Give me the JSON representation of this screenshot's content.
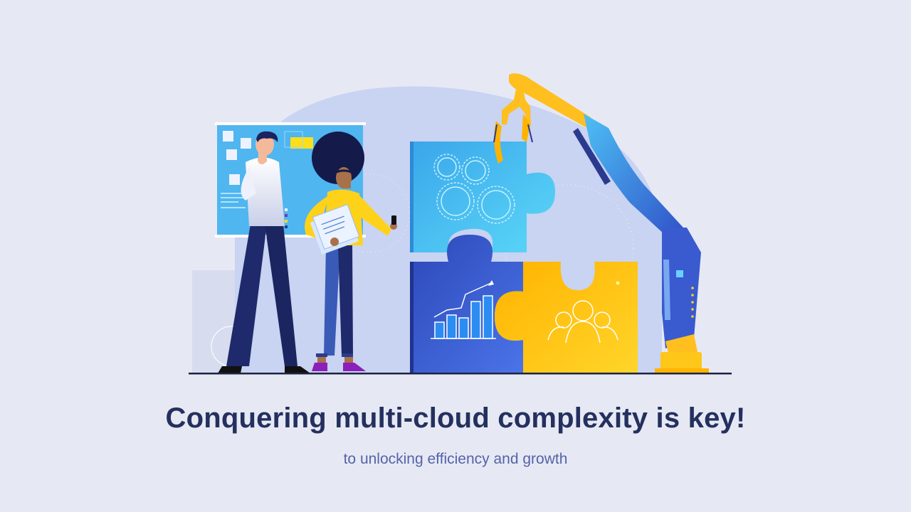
{
  "slide": {
    "headline": "Conquering multi-cloud complexity is key!",
    "subline": "to unlocking efficiency and growth"
  },
  "illustration": {
    "elements": [
      {
        "name": "whiteboard",
        "description": "blue planning board with sticky notes"
      },
      {
        "name": "thinking-man",
        "description": "man in white shirt and navy trousers, hand on chin"
      },
      {
        "name": "woman-with-phone",
        "description": "woman in yellow top holding documents and a phone"
      },
      {
        "name": "puzzle-piece-gears",
        "color": "#4fc3f7",
        "icon": "gears-icon"
      },
      {
        "name": "puzzle-piece-chart",
        "color": "#3552c8",
        "icon": "bar-chart-growth-icon"
      },
      {
        "name": "puzzle-piece-team",
        "color": "#ffc61a",
        "icon": "team-icon"
      },
      {
        "name": "robotic-arm",
        "colors": [
          "#ffbf1f",
          "#3f6ae0"
        ]
      }
    ]
  },
  "colors": {
    "background": "#e6e9f4",
    "backdrop_blob": "#c9d3f2",
    "headline": "#24305e",
    "subline": "#5563a8",
    "ground_line": "#1c2242"
  }
}
